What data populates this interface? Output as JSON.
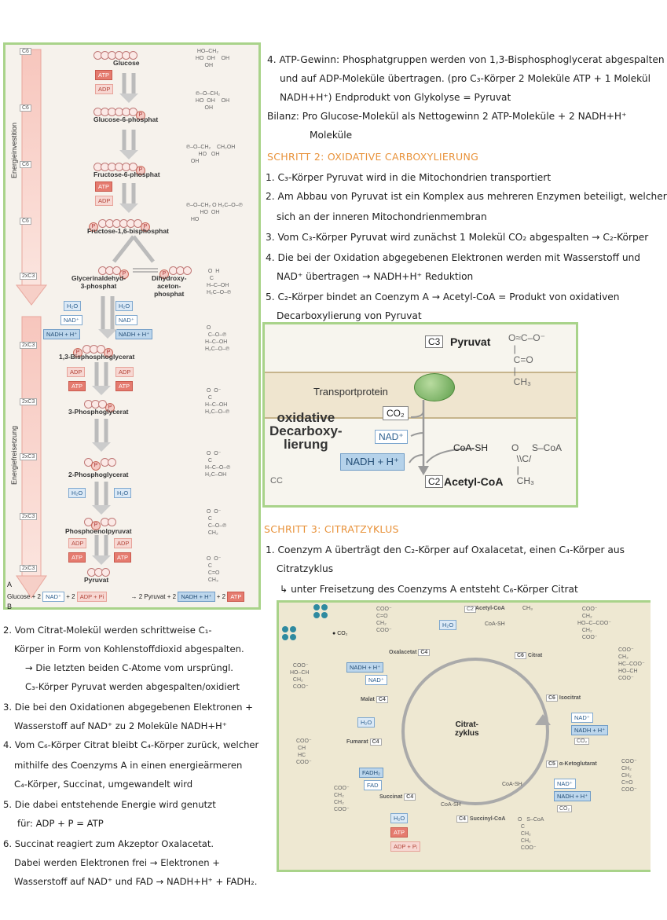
{
  "glycolysis": {
    "side_labels": {
      "investment": "Energieinvestition",
      "release": "Energiefreisetzung"
    },
    "carbon_labels": [
      "C6",
      "C6",
      "C6",
      "C6",
      "2xC3",
      "2xC3",
      "2xC3",
      "2xC3",
      "2xC3",
      "2xC3"
    ],
    "corner_a": "A",
    "corner_b": "B",
    "compounds": {
      "glucose": "Glucose",
      "g6p": "Glucose-6-phosphat",
      "f6p": "Fructose-6-phosphat",
      "f16bp": "Fructose-1,6-bisphosphat",
      "gap": "Glycerinaldehyd-\n3-phosphat",
      "dhap": "Dihydroxy-\naceton-\nphosphat",
      "bpg": "1,3-Bisphosphoglycerat",
      "pg3": "3-Phosphoglycerat",
      "pg2": "2-Phosphoglycerat",
      "pep": "Phosphoenolpyruvat",
      "pyruvat": "Pyruvat"
    },
    "cofactors": {
      "atp": "ATP",
      "adp": "ADP",
      "h2o": "H₂O",
      "nad": "NAD⁺",
      "nadh": "NADH + H⁺",
      "pi": "Pᵢ"
    },
    "summary": {
      "left": "Glucose + 2",
      "nad": "NAD⁺",
      "plus1": "+ 2",
      "adp_pi": "ADP + Pi",
      "arrow": "→ 2 Pyruvat + 2",
      "nadh": "NADH + H⁺",
      "plus2": "+ 2",
      "atp": "ATP"
    }
  },
  "right_notes": {
    "l1": "4. ATP-Gewinn: Phosphatgruppen werden von 1,3-Bisphosphoglycerat abgespalten",
    "l2": "und auf ADP-Moleküle übertragen. (pro C₃-Körper 2 Moleküle ATP + 1 Molekül",
    "l3": "NADH+H⁺) Endprodukt von Glykolyse = Pyruvat",
    "l4": "Bilanz: Pro Glucose-Molekül als Nettogewinn 2 ATP-Moleküle + 2 NADH+H⁺",
    "l5": "Moleküle",
    "step2": "SCHRITT 2: OXIDATIVE CARBOXYLIERUNG",
    "s2_1": "1. C₃-Körper Pyruvat wird in die Mitochondrien transportiert",
    "s2_2a": "2. Am Abbau von Pyruvat ist ein Komplex aus mehreren Enzymen beteiligt, welcher",
    "s2_2b": "sich an der inneren Mitochondrienmembran",
    "s2_3": "3. Vom C₃-Körper Pyruvat wird zunächst 1 Molekül CO₂ abgespalten → C₂-Körper",
    "s2_4a": "4. Die bei der Oxidation abgegebenen Elektronen werden mit Wasserstoff und",
    "s2_4b": "NAD⁺ übertragen → NADH+H⁺ Reduktion",
    "s2_5a": "5. C₂-Körper bindet an Coenzym A → Acetyl-CoA = Produkt von oxidativen",
    "s2_5b": "Decarboxylierung von Pyruvat",
    "step3": "SCHRITT 3: CITRATZYKLUS",
    "s3_1a": "1. Coenzym A überträgt den C₂-Körper auf Oxalacetat, einen C₄-Körper aus",
    "s3_1b": "Citratzyklus",
    "s3_1c": "↳ unter Freisetzung des Coenzyms A entsteht C₆-Körper Citrat"
  },
  "decarb": {
    "c3": "C3",
    "pyruvat": "Pyruvat",
    "transport": "Transportprotein",
    "co2": "CO₂",
    "nad": "NAD⁺",
    "nadh": "NADH + H⁺",
    "title": "oxidative\nDecarboxy-\nlierung",
    "coash": "CoA-SH",
    "c2": "C2",
    "acetylcoa": "Acetyl-CoA",
    "pyr_formula": "O≈C–O⁻\n  |\n  C=O\n  |\n  CH₃",
    "acoa_formula": "O     S–CoA\n  \\\\C/\n  |\n  CH₃",
    "cc": "CC"
  },
  "left_notes": {
    "l1": "2. Vom Citrat-Molekül werden schrittweise C₁-",
    "l2": "Körper in Form von Kohlenstoffdioxid abgespalten.",
    "l3": "→ Die letzten beiden C-Atome vom ursprüngl.",
    "l4": "C₃-Körper Pyruvat werden abgespalten/oxidiert",
    "l5": "3. Die bei den Oxidationen abgegebenen Elektronen +",
    "l6": "Wasserstoff auf NAD⁺ zu 2 Moleküle NADH+H⁺",
    "l7": "4. Vom C₆-Körper Citrat bleibt C₄-Körper zurück, welcher",
    "l8": "mithilfe des Coenzyms A in einen energieärmeren",
    "l9": "C₄-Körper, Succinat, umgewandelt wird",
    "l10": "5. Die dabei entstehende Energie wird genutzt",
    "l11": "für: ADP + P = ATP",
    "l12": "6. Succinat reagiert zum Akzeptor Oxalacetat.",
    "l13": "Dabei werden Elektronen frei → Elektronen +",
    "l14": "Wasserstoff auf NAD⁺ und FAD → NADH+H⁺ + FADH₂."
  },
  "citrate": {
    "center": "Citrat-\nzyklus",
    "co2": "CO₂",
    "acetylcoa": "Acetyl-CoA",
    "ch3": "CH₃",
    "coash": "CoA-SH",
    "oxalacetat": "Oxalacetat",
    "citrat": "Citrat",
    "isocitrat": "Isocitrat",
    "akg": "α-Ketoglutarat",
    "succinylcoa": "Succinyl-CoA",
    "succinat": "Succinat",
    "fumarat": "Fumarat",
    "malat": "Malat",
    "h2o": "H₂O",
    "nad": "NAD⁺",
    "nadh": "NADH + H⁺",
    "fadh2": "FADH₂",
    "fad": "FAD",
    "atp": "ATP",
    "adp": "ADP + Pᵢ",
    "c2": "C2",
    "c4": "C4",
    "c6": "C6",
    "c5": "C5",
    "coo": "COO⁻",
    "s_coa": "S–CoA"
  }
}
